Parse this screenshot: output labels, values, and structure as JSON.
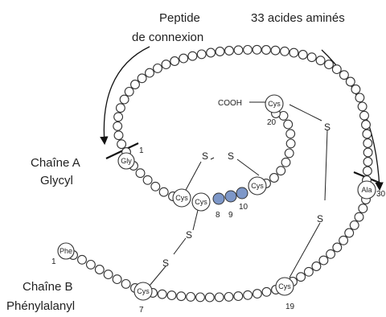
{
  "labels": {
    "peptide_line1": "Peptide",
    "peptide_line2": "de connexion",
    "acids": "33 acides aminés",
    "chain_a_line1": "Chaîne A",
    "chain_a_line2": "Glycyl",
    "chain_b_line1": "Chaîne B",
    "chain_b_line2": "Phénylalanyl",
    "cooh": "COOH"
  },
  "residues": {
    "gly": "Gly",
    "phe": "Phe",
    "ala": "Ala",
    "cys": "Cys"
  },
  "numbers": {
    "gly": "1",
    "phe": "1",
    "ala": "30",
    "cys_a_end": "20",
    "cys_b7": "7",
    "cys_b19": "19",
    "n8": "8",
    "n9": "9",
    "n10": "10"
  },
  "bond_letter": "S",
  "colors": {
    "highlight": "#7d97c8",
    "line": "#222222"
  }
}
